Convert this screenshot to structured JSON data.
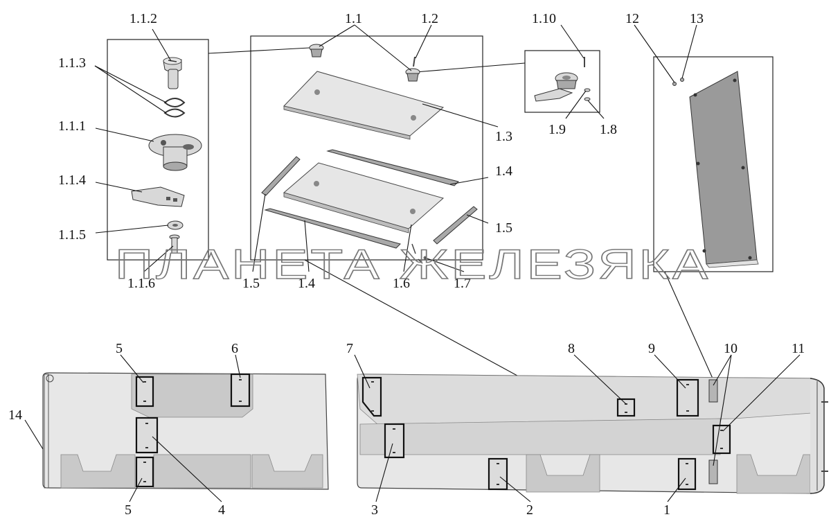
{
  "labels": {
    "l_1_1_2": "1.1.2",
    "l_1_1_3": "1.1.3",
    "l_1_1_1": "1.1.1",
    "l_1_1_4": "1.1.4",
    "l_1_1_5": "1.1.5",
    "l_1_1_6": "1.1.6",
    "l_1_1": "1.1",
    "l_1_2": "1.2",
    "l_1_3": "1.3",
    "l_1_4a": "1.4",
    "l_1_4b": "1.4",
    "l_1_5a": "1.5",
    "l_1_5b": "1.5",
    "l_1_6": "1.6",
    "l_1_7": "1.7",
    "l_1_8": "1.8",
    "l_1_9": "1.9",
    "l_1_10": "1.10",
    "l_12": "12",
    "l_13": "13",
    "l_1": "1",
    "l_2": "2",
    "l_3": "3",
    "l_4": "4",
    "l_5a": "5",
    "l_5b": "5",
    "l_6": "6",
    "l_7": "7",
    "l_8": "8",
    "l_9": "9",
    "l_10": "10",
    "l_11": "11",
    "l_14": "14"
  },
  "watermark": "ПЛАНЕТА ЖЕЛЕЗЯКА"
}
